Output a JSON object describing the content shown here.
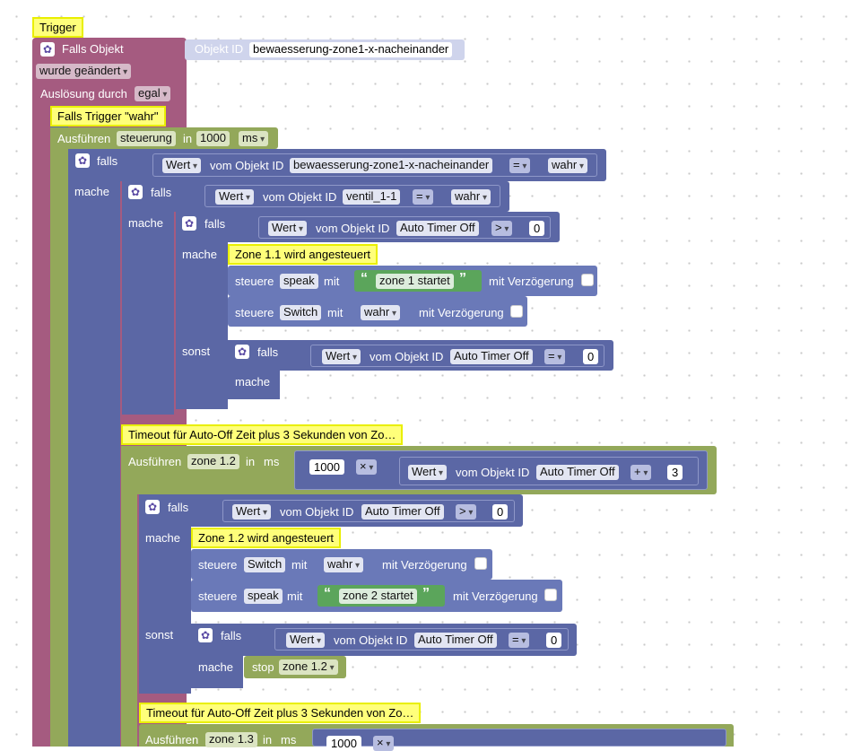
{
  "colors": {
    "event": "#a55b80",
    "logic": "#5b67a5",
    "timeout": "#93a85a",
    "control": "#6a79b8",
    "value": "#8a79c8",
    "trigger": "#ffff7a"
  },
  "trigger": {
    "title": "Trigger",
    "falls_objekt": "Falls Objekt",
    "objekt_id_label": "Objekt ID",
    "objekt_id": "bewaesserung-zone1-x-nacheinander",
    "wurde_geaendert": "wurde geändert",
    "ausloesung_label": "Auslösung durch",
    "ausloesung_value": "egal"
  },
  "if_trigger": {
    "label": "Falls Trigger \"wahr\""
  },
  "timeout1": {
    "ausfuehren": "Ausführen",
    "name": "steuerung",
    "in": "in",
    "delay": "1000",
    "unit": "ms"
  },
  "if1": {
    "falls": "falls",
    "mache": "mache",
    "wert": "Wert",
    "vom": "vom Objekt ID",
    "id": "bewaesserung-zone1-x-nacheinander",
    "op": "=",
    "value": "wahr"
  },
  "if2": {
    "falls": "falls",
    "mache": "mache",
    "wert": "Wert",
    "vom": "vom Objekt ID",
    "id": "ventil_1-1",
    "op": "=",
    "value": "wahr"
  },
  "if3": {
    "falls": "falls",
    "mache": "mache",
    "sonst": "sonst",
    "wert": "Wert",
    "vom": "vom Objekt ID",
    "id": "Auto Timer Off",
    "op": ">",
    "value": "0"
  },
  "comment_z11": "Zone 1.1 wird angesteuert",
  "set1": {
    "steuere": "steuere",
    "target": "speak",
    "mit": "mit",
    "string": "zone 1 startet",
    "delay": "mit Verzögerung"
  },
  "set2": {
    "steuere": "steuere",
    "target": "Switch",
    "mit": "mit",
    "value": "wahr",
    "delay": "mit Verzögerung"
  },
  "if4": {
    "falls": "falls",
    "mache": "mache",
    "wert": "Wert",
    "vom": "vom Objekt ID",
    "id": "Auto Timer Off",
    "op": "=",
    "value": "0"
  },
  "comment_timeout_a": "Timeout für Auto-Off Zeit plus 3 Sekunden von Zo…",
  "timeout2": {
    "ausfuehren": "Ausführen",
    "name": "zone 1.2",
    "in": "in",
    "unit": "ms",
    "val": "1000",
    "mul": "×",
    "wert": "Wert",
    "vom": "vom Objekt ID",
    "id": "Auto Timer Off",
    "plus": "+",
    "add": "3"
  },
  "if5": {
    "falls": "falls",
    "mache": "mache",
    "sonst": "sonst",
    "wert": "Wert",
    "vom": "vom Objekt ID",
    "id": "Auto Timer Off",
    "op": ">",
    "value": "0"
  },
  "comment_z12": "Zone 1.2 wird angesteuert",
  "set3": {
    "steuere": "steuere",
    "target": "Switch",
    "mit": "mit",
    "value": "wahr",
    "delay": "mit Verzögerung"
  },
  "set4": {
    "steuere": "steuere",
    "target": "speak",
    "mit": "mit",
    "string": "zone 2 startet",
    "delay": "mit Verzögerung"
  },
  "if6": {
    "falls": "falls",
    "mache": "mache",
    "wert": "Wert",
    "vom": "vom Objekt ID",
    "id": "Auto Timer Off",
    "op": "=",
    "value": "0"
  },
  "stop": {
    "label": "stop",
    "target": "zone 1.2"
  },
  "comment_timeout_b": "Timeout für Auto-Off Zeit plus 3 Sekunden von Zo…",
  "timeout3": {
    "ausfuehren": "Ausführen",
    "name": "zone 1.3",
    "in": "in",
    "unit": "ms",
    "val": "1000",
    "mul": "×"
  }
}
